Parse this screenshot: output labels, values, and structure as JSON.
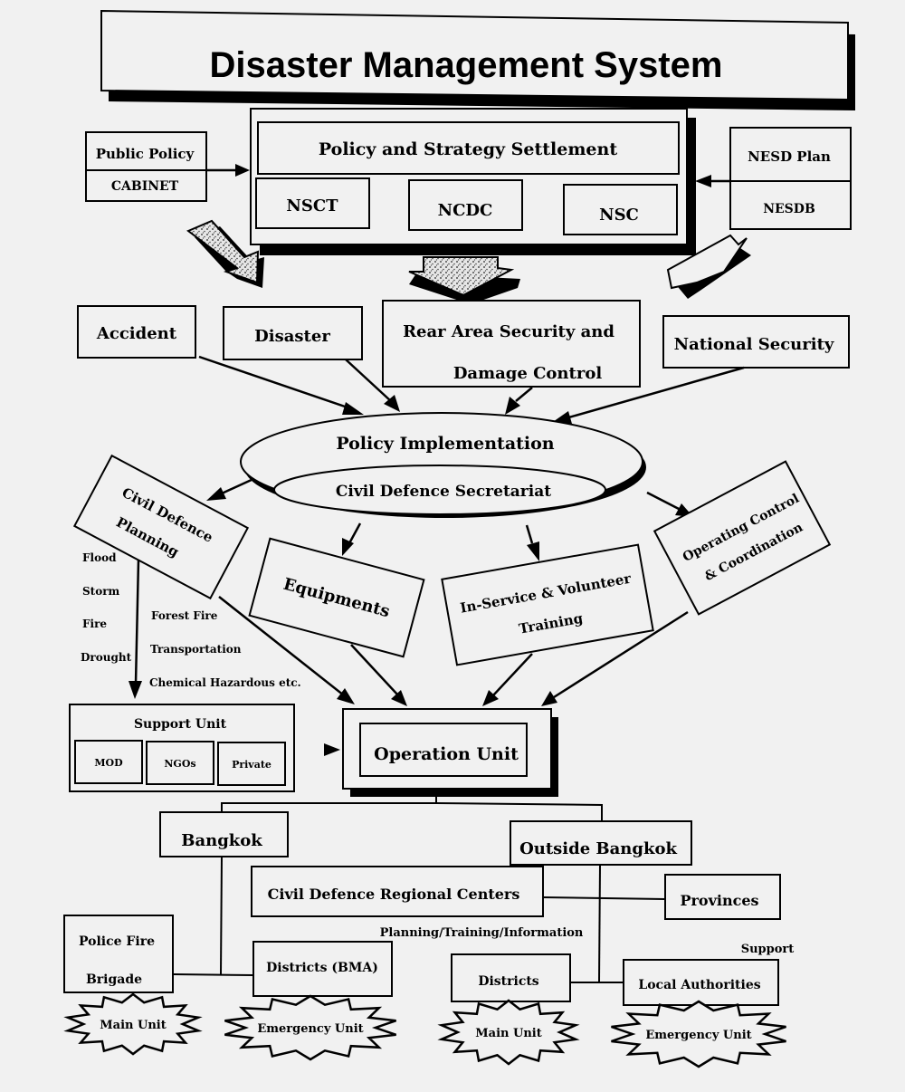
{
  "title": "Disaster Management System",
  "policy_level": {
    "header": "Policy and Strategy Settlement",
    "bodies": [
      "NSCT",
      "NCDC",
      "NSC"
    ],
    "left_input": {
      "top": "Public Policy",
      "bottom": "CABINET"
    },
    "right_input": {
      "top": "NESD Plan",
      "bottom": "NESDB"
    }
  },
  "domains": {
    "accident": "Accident",
    "disaster": "Disaster",
    "rear_area_line1": "Rear Area Security and",
    "rear_area_line2": "Damage Control",
    "national_security": "National Security"
  },
  "implementation": {
    "outer": "Policy Implementation",
    "inner": "Civil Defence Secretariat"
  },
  "functions": {
    "planning_line1": "Civil Defence",
    "planning_line2": "Planning",
    "equipments": "Equipments",
    "training_line1": "In-Service & Volunteer",
    "training_line2": "Training",
    "operating_line1": "Operating Control",
    "operating_line2": "& Coordination"
  },
  "hazards_left": [
    "Flood",
    "Storm",
    "Fire",
    "Drought"
  ],
  "hazards_right": [
    "Forest Fire",
    "Transportation",
    "Chemical Hazardous etc."
  ],
  "support_unit": {
    "label": "Support Unit",
    "members": [
      "MOD",
      "NGOs",
      "Private"
    ]
  },
  "operation_unit": "Operation Unit",
  "bangkok": {
    "label": "Bangkok",
    "police_line1": "Police Fire",
    "police_line2": "Brigade",
    "districts": "Districts (BMA)",
    "main_unit": "Main Unit",
    "emergency_unit": "Emergency Unit"
  },
  "outside_bangkok": {
    "label": "Outside Bangkok",
    "regional_centers": "Civil Defence Regional Centers",
    "provinces": "Provinces",
    "planning_note": "Planning/Training/Information",
    "support_note": "Support",
    "districts": "Districts",
    "local_authorities": "Local Authorities",
    "main_unit": "Main Unit",
    "emergency_unit": "Emergency Unit"
  }
}
